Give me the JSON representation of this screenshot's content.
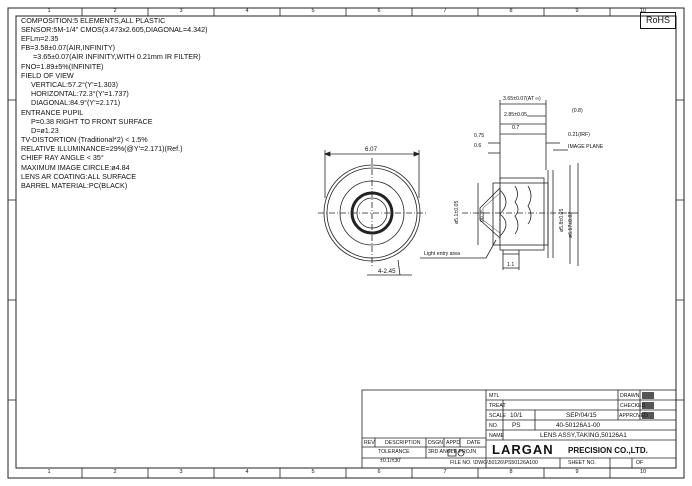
{
  "border": {
    "top_numbers": [
      "1",
      "2",
      "3",
      "4",
      "5",
      "6",
      "7",
      "8",
      "9",
      "10"
    ],
    "bottom_numbers": [
      "1",
      "2",
      "3",
      "4",
      "5",
      "6",
      "7",
      "8",
      "9",
      "10"
    ],
    "rohs": "RoHS"
  },
  "specs": [
    "COMPOSITION:5 ELEMENTS,ALL PLASTIC",
    "SENSOR:5M-1/4\" CMOS(3.473x2.605,DIAGONAL=4.342)",
    "EFLm=2.35",
    "FB=3.58±0.07(AIR,INFINITY)",
    "=3.65±0.07(AIR INFINITY,WITH 0.21mm IR FILTER)",
    "FNO=1.89±5%(INFINITE)",
    "FIELD OF VIEW",
    "VERTICAL:57.2°(Y'=1.303)",
    "HORIZONTAL:72.3°(Y'=1.737)",
    "DIAGONAL:84.9°(Y'=2.171)",
    "ENTRANCE PUPIL",
    "P=0.38 RIGHT TO FRONT SURFACE",
    "D=ø1.23",
    "TV-DISTORTION (Traditional*2) < 1.5%",
    "RELATIVE ILLUMINANCE=29%(@Y'=2.171)(Ref.)",
    "CHIEF RAY ANGLE < 35°",
    "MAXIMUM IMAGE CIRCLE:ø4.84",
    "LENS AR COATING:ALL SURFACE",
    "BARREL MATERIAL:PC(BLACK)"
  ],
  "front_view": {
    "width_dim": "6.07",
    "hole_dim": "4-2.45"
  },
  "side_view": {
    "dims": [
      "3.65±0.07(AT ∞)",
      "(0.8)",
      "2.85±0.05",
      "0.7",
      "0.75",
      "0.6",
      "0.21(IRF)",
      "IMAGE PLANE",
      "ø5.1±0.05",
      "90.3°",
      "ø5.8±0.05",
      "ø6.17±0.02",
      "1.1"
    ],
    "light_label": "Light entry area"
  },
  "title_block": {
    "mtl_label": "MTL",
    "treat_label": "TREAT",
    "scale_label": "SCALE",
    "scale": "10/1",
    "date": "SEP/04/15",
    "no_label": "NO.",
    "ps": "PS",
    "part_no": "40-50126A1-00",
    "name_label": "NAME",
    "name": "LENS ASSY,TAKING,50126A1",
    "drawn": "DRAWN",
    "checked": "CHECKED",
    "approved": "APPROVED",
    "rev_headers": [
      "REV",
      "DESCRIPTION",
      "DSGN",
      "APPD",
      "DATE"
    ],
    "tolerance_label": "TOLERANCE",
    "tolerance": "±0.1/±30'",
    "projection": "3RD ANGLE PROJN",
    "company_logo": "LARGAN",
    "company": "PRECISION CO.,LTD.",
    "file_no": "FILE NO. \\DWG\\50126\\PS50126A100",
    "sheet_no": "SHEET NO.",
    "of": "OF"
  }
}
